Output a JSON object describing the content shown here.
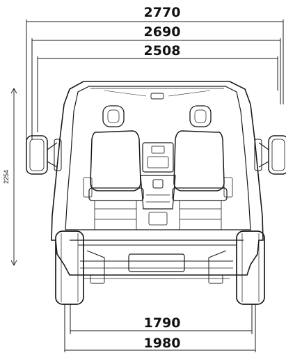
{
  "dimensions": {
    "overall_width_mirrors": "2770",
    "body_width_mirrors_folded": "2690",
    "body_width": "2508",
    "height": "2254",
    "front_track": "1790",
    "overall_track": "1980"
  }
}
